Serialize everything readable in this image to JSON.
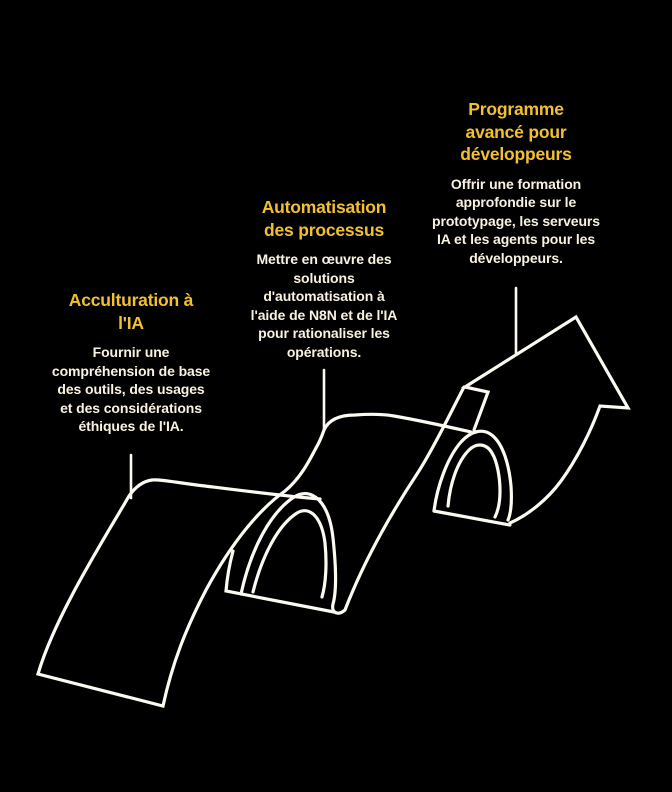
{
  "diagram": {
    "title_semantic": "Parcours de formation IA (3 étapes avec flèche ascendante)",
    "colors": {
      "background": "#000000",
      "heading": "#F2C030",
      "body_text": "#F9F2E0",
      "arrow_stroke": "#FCF9F0"
    },
    "figure": "wavy-ascending-ribbon-arrow",
    "stages": [
      {
        "title": "Acculturation à\nl'IA",
        "description": "Fournir une\ncompréhension de base\ndes outils, des usages\net des considérations\néthiques de l'IA."
      },
      {
        "title": "Automatisation\ndes processus",
        "description": "Mettre en œuvre des\nsolutions\nd'automatisation à\nl'aide de N8N et de l'IA\npour rationaliser les\nopérations."
      },
      {
        "title": "Programme\navancé pour\ndéveloppeurs",
        "description": "Offrir une formation\napprofondie sur le\nprototypage, les serveurs\nIA et les agents pour les\ndéveloppeurs."
      }
    ]
  }
}
